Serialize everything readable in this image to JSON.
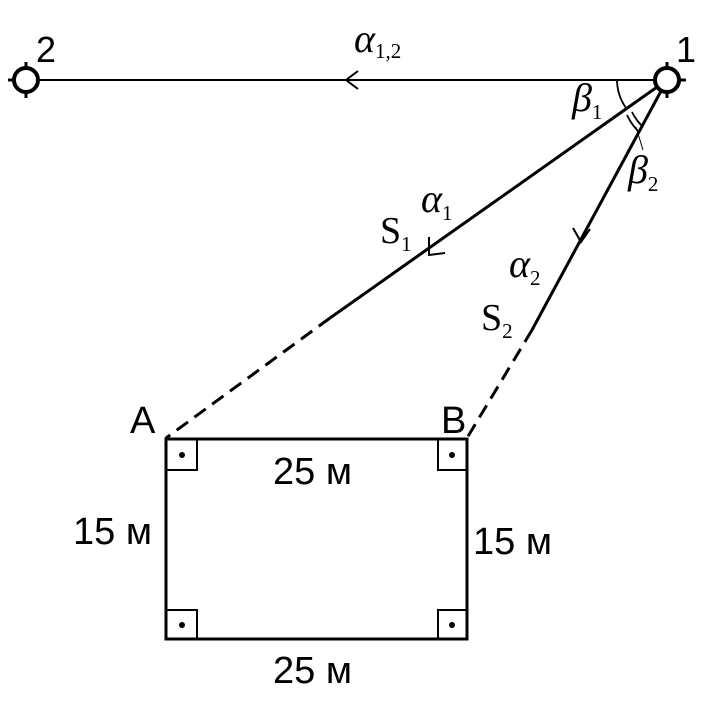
{
  "colors": {
    "line": "#000000",
    "background": "#ffffff"
  },
  "stations": {
    "station_1": "1",
    "station_2": "2"
  },
  "angles": {
    "alpha_12": {
      "base": "α",
      "sub": "1,2"
    },
    "alpha_1": {
      "base": "α",
      "sub": "1"
    },
    "alpha_2": {
      "base": "α",
      "sub": "2"
    },
    "beta_1": {
      "base": "β",
      "sub": "1"
    },
    "beta_2": {
      "base": "β",
      "sub": "2"
    }
  },
  "distances": {
    "s_1": {
      "base": "S",
      "sub": "1"
    },
    "s_2": {
      "base": "S",
      "sub": "2"
    }
  },
  "corners": {
    "a": "A",
    "b": "B"
  },
  "dimensions": {
    "top": "25 м",
    "bottom": "25 м",
    "left": "15 м",
    "right": "15 м"
  }
}
